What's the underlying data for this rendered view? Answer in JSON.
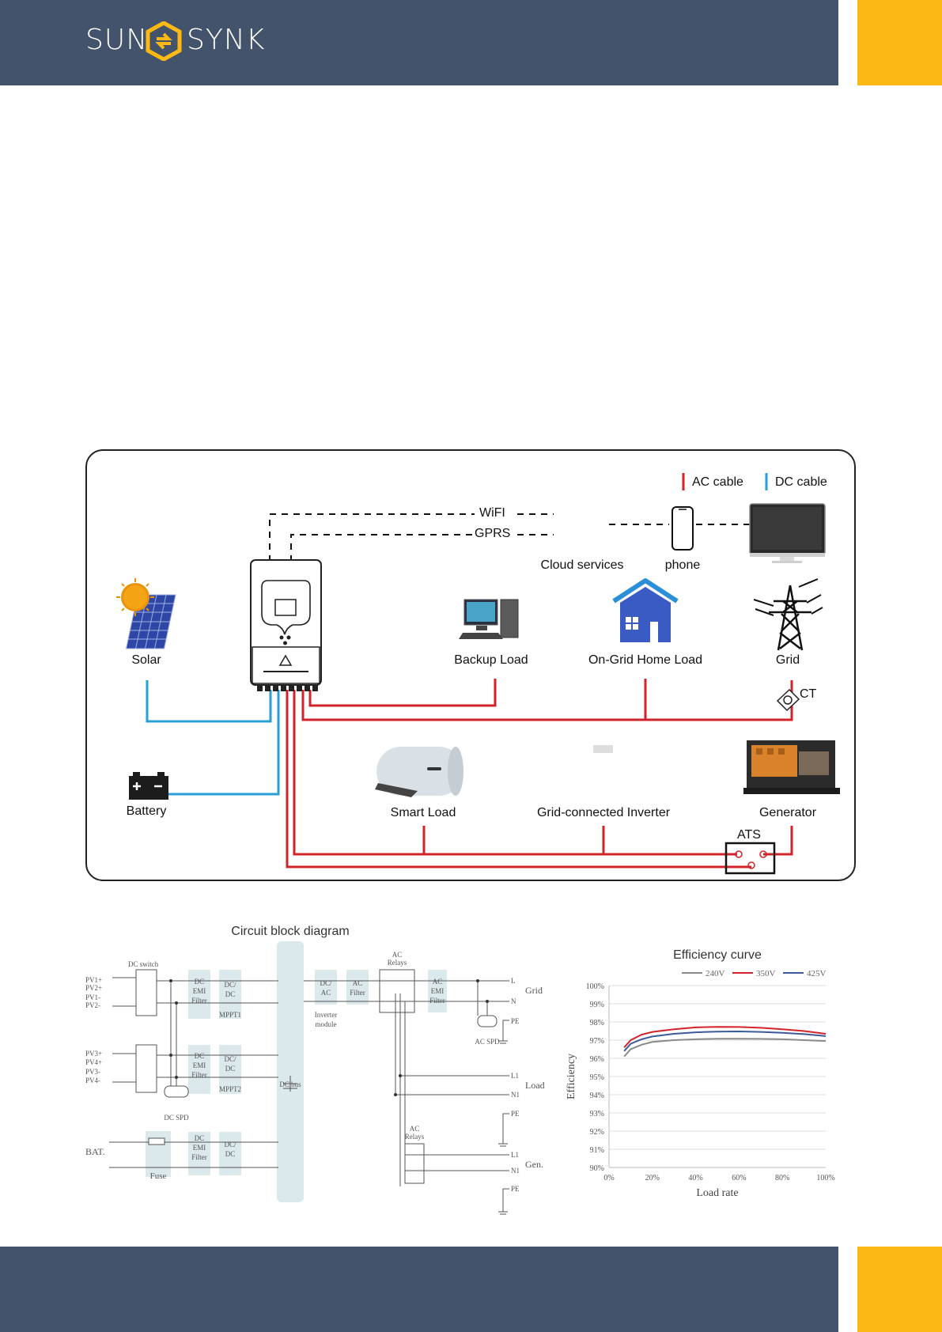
{
  "brand": {
    "left": "SUN",
    "right": "SYNK"
  },
  "colors": {
    "header": "#43536b",
    "accent": "#fdb913",
    "ac_cable": "#d2232a",
    "dc_cable": "#2a9fd6"
  },
  "system_diagram": {
    "legend": {
      "ac": "AC cable",
      "dc": "DC cable"
    },
    "comms": {
      "wifi": "WiFI",
      "gprs": "GPRS",
      "cloud": "Cloud services",
      "phone": "phone"
    },
    "labels": {
      "solar": "Solar",
      "backup_load": "Backup Load",
      "home_load": "On-Grid Home Load",
      "grid": "Grid",
      "ct": "CT",
      "battery": "Battery",
      "smart_load": "Smart Load",
      "grid_inverter": "Grid-connected Inverter",
      "generator": "Generator",
      "ats": "ATS"
    }
  },
  "circuit": {
    "title": "Circuit block diagram",
    "inputs": [
      "PV1+",
      "PV2+",
      "PV1-",
      "PV2-",
      "PV3+",
      "PV4+",
      "PV3-",
      "PV4-",
      "BAT."
    ],
    "blocks": {
      "dc_switch": "DC switch",
      "dc_emi": [
        "DC",
        "EMI",
        "Filter"
      ],
      "dcdc": [
        "DC/",
        "DC"
      ],
      "mppt1": "MPPT1",
      "mppt2": "MPPT2",
      "dc_spd": "DC SPD",
      "fuse": "Fuse",
      "dc_bus": "DC bus",
      "dcac": [
        "DC/",
        "AC"
      ],
      "inverter_module": [
        "Inverter",
        "module"
      ],
      "ac_filter": [
        "AC",
        "Filter"
      ],
      "ac_relays": [
        "AC",
        "Relays"
      ],
      "ac_emi": [
        "AC",
        "EMI",
        "Filter"
      ],
      "ac_spd": "AC SPD"
    },
    "terminals": {
      "grid": [
        "L",
        "N",
        "PE"
      ],
      "load": [
        "L1",
        "N1",
        "PE"
      ],
      "gen": [
        "L1",
        "N1",
        "PE"
      ]
    },
    "outputs": {
      "grid": "Grid",
      "load": "Load",
      "gen": "Gen."
    }
  },
  "chart_data": {
    "type": "line",
    "title": "Efficiency curve",
    "xlabel": "Load rate",
    "ylabel": "Efficiency",
    "x_ticks": [
      "0%",
      "20%",
      "40%",
      "60%",
      "80%",
      "100%"
    ],
    "y_ticks": [
      "90%",
      "91%",
      "92%",
      "93%",
      "94%",
      "95%",
      "96%",
      "97%",
      "98%",
      "99%",
      "100%"
    ],
    "xlim": [
      0,
      100
    ],
    "ylim": [
      90,
      100
    ],
    "legend_position": "top-right",
    "grid": true,
    "x": [
      7,
      10,
      15,
      20,
      30,
      40,
      50,
      60,
      70,
      80,
      90,
      100
    ],
    "series": [
      {
        "name": "240V",
        "color": "#8a8a8a",
        "values": [
          96.1,
          96.5,
          96.75,
          96.9,
          97.0,
          97.05,
          97.08,
          97.08,
          97.07,
          97.05,
          97.0,
          96.95
        ]
      },
      {
        "name": "350V",
        "color": "#d2232a",
        "values": [
          96.6,
          97.0,
          97.3,
          97.45,
          97.6,
          97.7,
          97.73,
          97.72,
          97.68,
          97.6,
          97.5,
          97.35
        ]
      },
      {
        "name": "425V",
        "color": "#3c5a9a",
        "values": [
          96.4,
          96.8,
          97.05,
          97.2,
          97.35,
          97.43,
          97.47,
          97.48,
          97.45,
          97.4,
          97.33,
          97.22
        ]
      }
    ]
  }
}
